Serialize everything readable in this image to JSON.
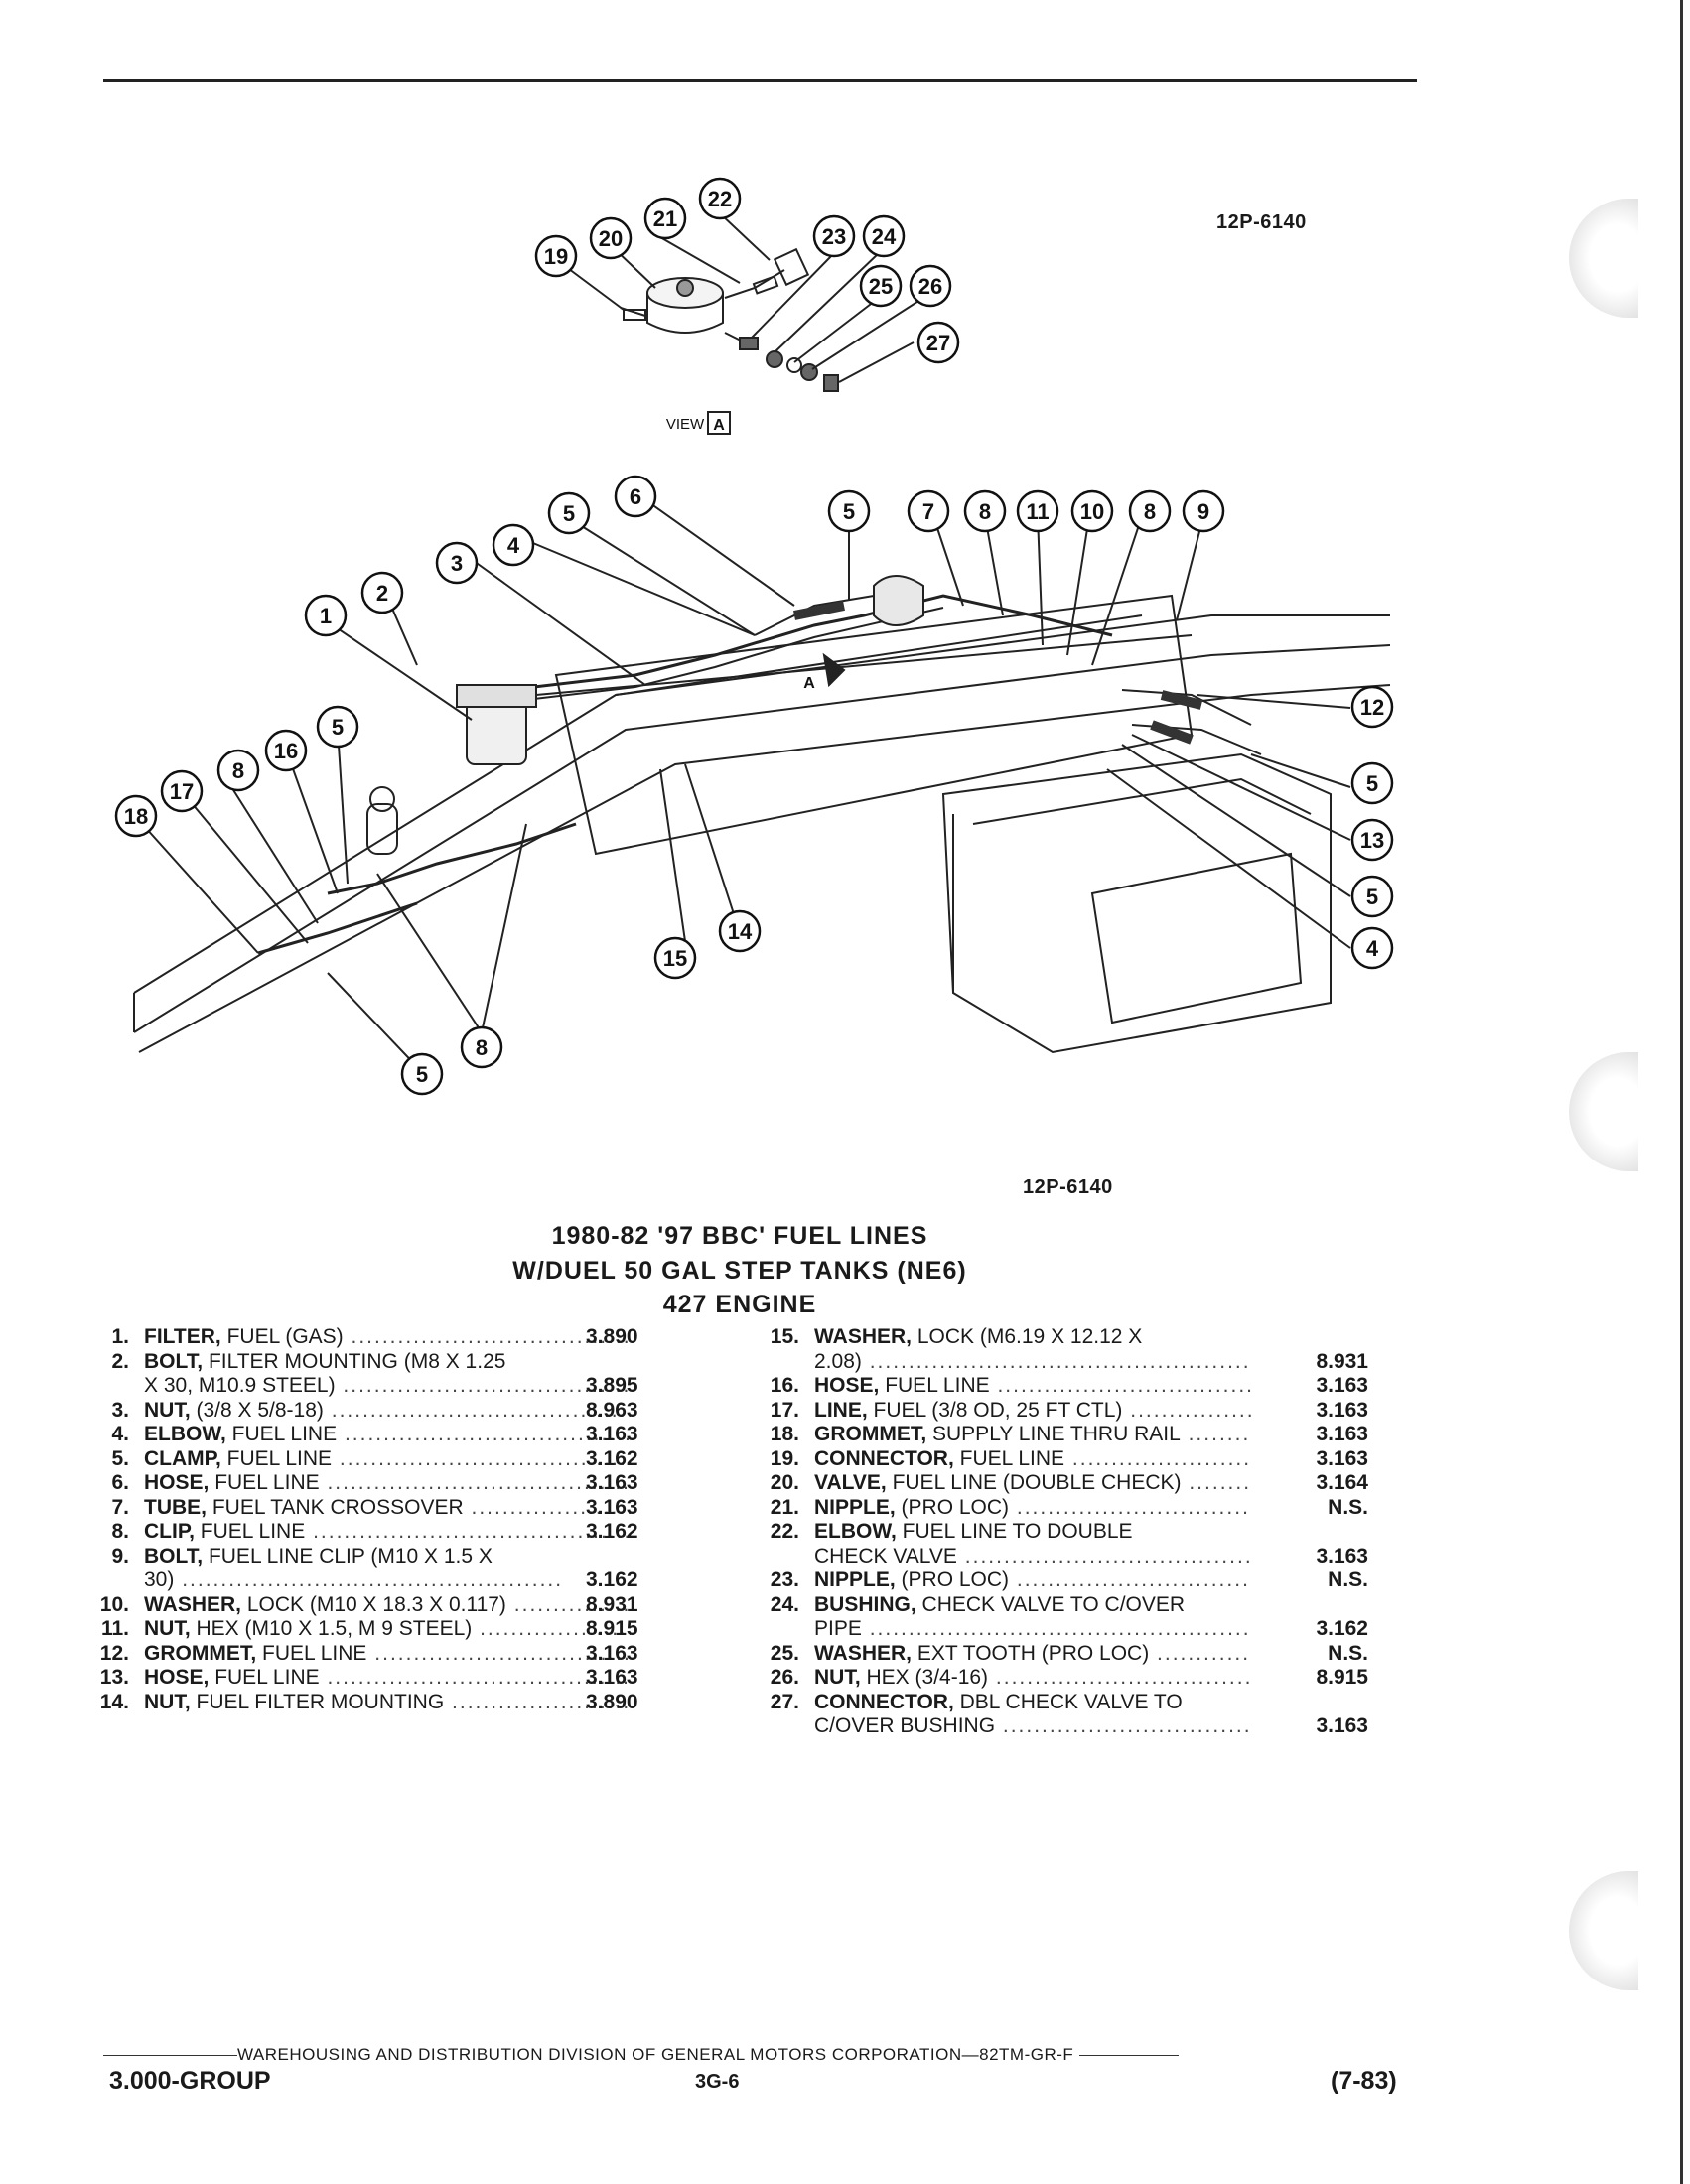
{
  "figure": {
    "code_top": "12P-6140",
    "code_bottom": "12P-6140",
    "view_label": "VIEW",
    "view_letter": "A",
    "arrow_letter": "A",
    "callouts_view": [
      "19",
      "20",
      "21",
      "22",
      "23",
      "24",
      "25",
      "26",
      "27"
    ],
    "callouts_main": [
      "1",
      "2",
      "3",
      "4",
      "5",
      "6",
      "5",
      "7",
      "8",
      "11",
      "10",
      "8",
      "9",
      "12",
      "5",
      "13",
      "5",
      "4",
      "14",
      "15",
      "18",
      "17",
      "8",
      "16",
      "5",
      "8",
      "5"
    ]
  },
  "title": {
    "line1": "1980-82 '97 BBC' FUEL LINES",
    "line2": "W/DUEL 50 GAL STEP TANKS (NE6)",
    "line3": "427 ENGINE"
  },
  "parts_left": [
    {
      "num": "1.",
      "name": "FILTER,",
      "desc": " FUEL (GAS)",
      "cont": "",
      "code": "3.890"
    },
    {
      "num": "2.",
      "name": "BOLT,",
      "desc": " FILTER MOUNTING (M8 X 1.25",
      "cont": "X 30, M10.9 STEEL)",
      "code": "3.895"
    },
    {
      "num": "3.",
      "name": "NUT,",
      "desc": " (3/8 X 5/8-18)",
      "cont": "",
      "code": "8.963"
    },
    {
      "num": "4.",
      "name": "ELBOW,",
      "desc": " FUEL LINE",
      "cont": "",
      "code": "3.163"
    },
    {
      "num": "5.",
      "name": "CLAMP,",
      "desc": " FUEL LINE",
      "cont": "",
      "code": "3.162"
    },
    {
      "num": "6.",
      "name": "HOSE,",
      "desc": " FUEL LINE",
      "cont": "",
      "code": "3.163"
    },
    {
      "num": "7.",
      "name": "TUBE,",
      "desc": " FUEL TANK CROSSOVER",
      "cont": "",
      "code": "3.163"
    },
    {
      "num": "8.",
      "name": "CLIP,",
      "desc": " FUEL LINE",
      "cont": "",
      "code": "3.162"
    },
    {
      "num": "9.",
      "name": "BOLT,",
      "desc": " FUEL LINE CLIP (M10 X 1.5 X",
      "cont": "30)",
      "code": "3.162"
    },
    {
      "num": "10.",
      "name": "WASHER,",
      "desc": " LOCK (M10 X 18.3 X 0.117)",
      "cont": "",
      "code": "8.931"
    },
    {
      "num": "11.",
      "name": "NUT,",
      "desc": " HEX (M10 X 1.5, M 9 STEEL)",
      "cont": "",
      "code": "8.915"
    },
    {
      "num": "12.",
      "name": "GROMMET,",
      "desc": " FUEL LINE",
      "cont": "",
      "code": "3.163"
    },
    {
      "num": "13.",
      "name": "HOSE,",
      "desc": " FUEL LINE",
      "cont": "",
      "code": "3.163"
    },
    {
      "num": "14.",
      "name": "NUT,",
      "desc": " FUEL FILTER MOUNTING",
      "cont": "",
      "code": "3.890"
    }
  ],
  "parts_right": [
    {
      "num": "15.",
      "name": "WASHER,",
      "desc": " LOCK (M6.19 X 12.12 X",
      "cont": "2.08)",
      "code": "8.931"
    },
    {
      "num": "16.",
      "name": "HOSE,",
      "desc": " FUEL LINE",
      "cont": "",
      "code": "3.163"
    },
    {
      "num": "17.",
      "name": "LINE,",
      "desc": " FUEL (3/8 OD, 25 FT CTL)",
      "cont": "",
      "code": "3.163"
    },
    {
      "num": "18.",
      "name": "GROMMET,",
      "desc": " SUPPLY LINE THRU RAIL",
      "cont": "",
      "code": "3.163"
    },
    {
      "num": "19.",
      "name": "CONNECTOR,",
      "desc": " FUEL LINE",
      "cont": "",
      "code": "3.163"
    },
    {
      "num": "20.",
      "name": "VALVE,",
      "desc": " FUEL LINE (DOUBLE CHECK)",
      "cont": "",
      "code": "3.164"
    },
    {
      "num": "21.",
      "name": "NIPPLE,",
      "desc": " (PRO LOC)",
      "cont": "",
      "code": "N.S."
    },
    {
      "num": "22.",
      "name": "ELBOW,",
      "desc": " FUEL LINE TO DOUBLE",
      "cont": "CHECK VALVE",
      "code": "3.163"
    },
    {
      "num": "23.",
      "name": "NIPPLE,",
      "desc": " (PRO LOC)",
      "cont": "",
      "code": "N.S."
    },
    {
      "num": "24.",
      "name": "BUSHING,",
      "desc": " CHECK VALVE TO C/OVER",
      "cont": "PIPE",
      "code": "3.162"
    },
    {
      "num": "25.",
      "name": "WASHER,",
      "desc": " EXT TOOTH (PRO LOC)",
      "cont": "",
      "code": "N.S."
    },
    {
      "num": "26.",
      "name": "NUT,",
      "desc": " HEX (3/4-16)",
      "cont": "",
      "code": "8.915"
    },
    {
      "num": "27.",
      "name": "CONNECTOR,",
      "desc": " DBL CHECK VALVE TO",
      "cont": "C/OVER BUSHING",
      "code": "3.163"
    }
  ],
  "footer": {
    "center_line": "WAREHOUSING AND DISTRIBUTION DIVISION OF GENERAL MOTORS CORPORATION—82TM-GR-F",
    "group": "3.000-GROUP",
    "page": "3G-6",
    "date": "(7-83)"
  }
}
